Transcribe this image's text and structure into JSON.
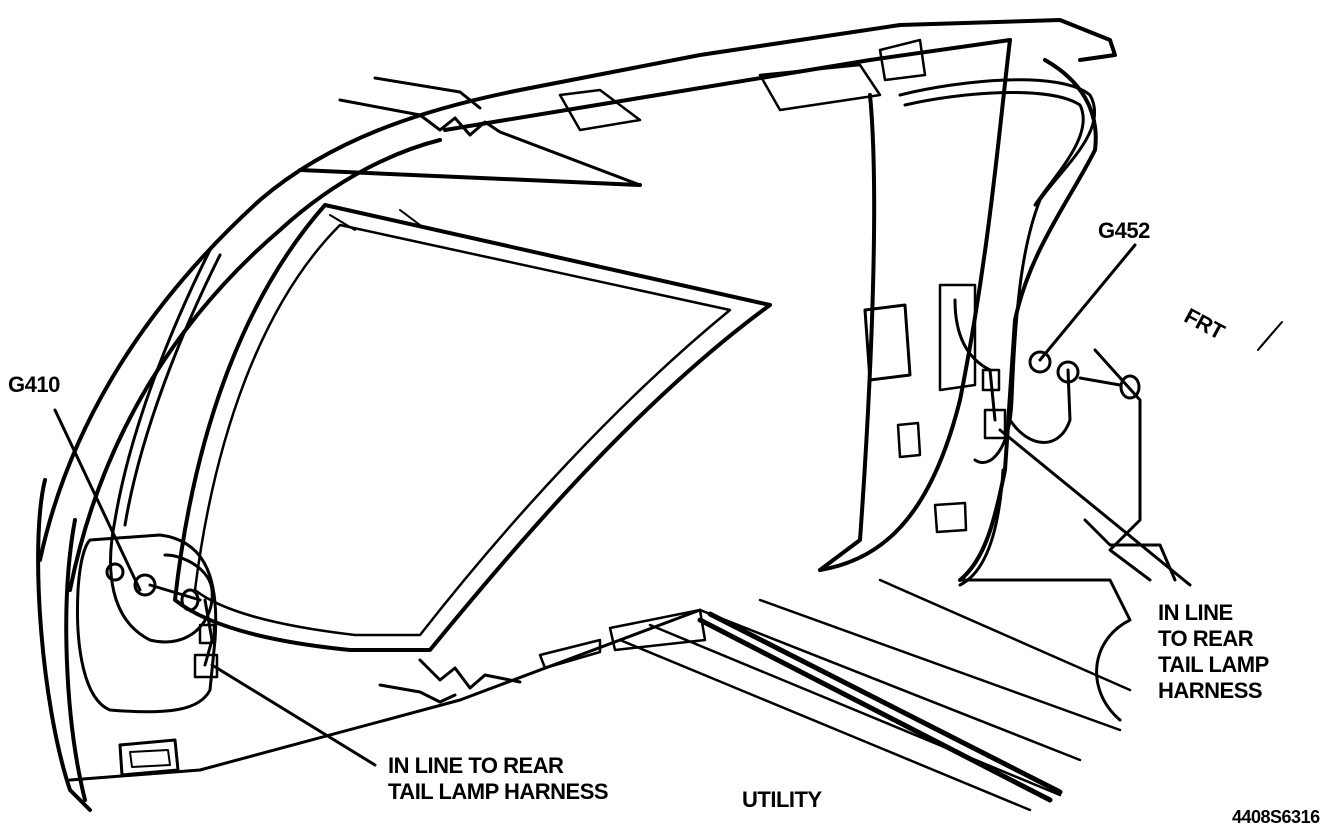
{
  "labels": {
    "g410": "G410",
    "g452": "G452",
    "frt": "FRT",
    "left_callout": [
      "IN LINE TO REAR",
      "TAIL LAMP HARNESS"
    ],
    "right_callout": [
      "IN LINE",
      "TO REAR",
      "TAIL LAMP",
      "HARNESS"
    ],
    "variant": "UTILITY",
    "figure_code": "4408S6316"
  }
}
